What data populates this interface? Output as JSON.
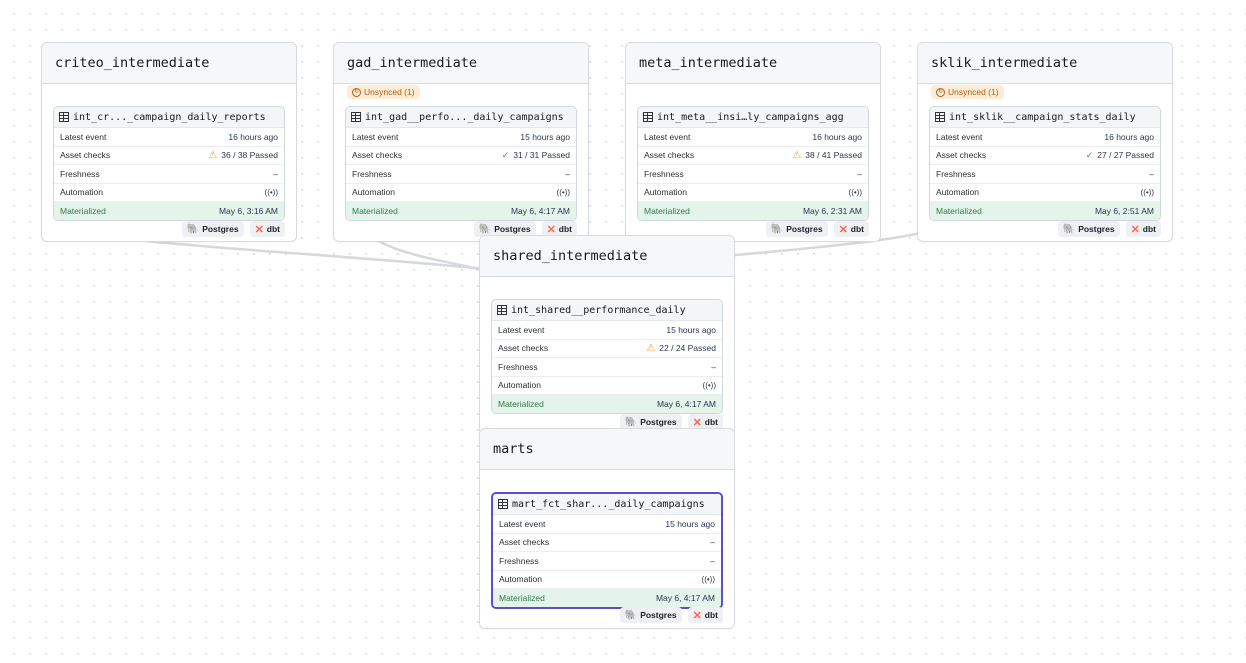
{
  "kind_tags": {
    "postgres": "Postgres",
    "dbt": "dbt"
  },
  "colors": {
    "selected_border": "#5b4fd1",
    "materialized_bg": "#e4f4ea",
    "warning": "#e8a13a",
    "passed": "#2fa55a",
    "unsynced_bg": "#fdebd6"
  },
  "row_labels": {
    "latest_event": "Latest event",
    "asset_checks": "Asset checks",
    "freshness": "Freshness",
    "automation": "Automation",
    "materialized": "Materialized"
  },
  "groups": [
    {
      "name": "criteo_intermediate",
      "badge": "",
      "asset": {
        "title": "int_cr..._campaign_daily_reports",
        "latest_event": "16 hours ago",
        "checks_status": "warning",
        "checks": "36 / 38 Passed",
        "freshness": "–",
        "automation_icon": "sensor-icon",
        "materialized": "May 6, 3:16 AM",
        "selected": false
      }
    },
    {
      "name": "gad_intermediate",
      "badge": "Unsynced (1)",
      "asset": {
        "title": "int_gad__perfo..._daily_campaigns",
        "latest_event": "15 hours ago",
        "checks_status": "passed",
        "checks": "31 / 31 Passed",
        "freshness": "–",
        "automation_icon": "sensor-icon",
        "materialized": "May 6, 4:17 AM",
        "selected": false
      }
    },
    {
      "name": "meta_intermediate",
      "badge": "",
      "asset": {
        "title": "int_meta__insi…ly_campaigns_agg",
        "latest_event": "16 hours ago",
        "checks_status": "warning",
        "checks": "38 / 41 Passed",
        "freshness": "–",
        "automation_icon": "sensor-icon",
        "materialized": "May 6, 2:31 AM",
        "selected": false
      }
    },
    {
      "name": "sklik_intermediate",
      "badge": "Unsynced (1)",
      "asset": {
        "title": "int_sklik__campaign_stats_daily",
        "latest_event": "16 hours ago",
        "checks_status": "passed",
        "checks": "27 / 27 Passed",
        "freshness": "–",
        "automation_icon": "sensor-icon",
        "materialized": "May 6, 2:51 AM",
        "selected": false
      }
    },
    {
      "name": "shared_intermediate",
      "badge": "",
      "asset": {
        "title": "int_shared__performance_daily",
        "latest_event": "15 hours ago",
        "checks_status": "warning",
        "checks": "22 / 24 Passed",
        "freshness": "–",
        "automation_icon": "sensor-icon",
        "materialized": "May 6, 4:17 AM",
        "selected": false
      }
    },
    {
      "name": "marts",
      "badge": "",
      "asset": {
        "title": "mart_fct_shar..._daily_campaigns",
        "latest_event": "15 hours ago",
        "checks_status": "none",
        "checks": "–",
        "freshness": "–",
        "automation_icon": "sensor-icon",
        "materialized": "May 6, 4:17 AM",
        "selected": true
      }
    }
  ]
}
